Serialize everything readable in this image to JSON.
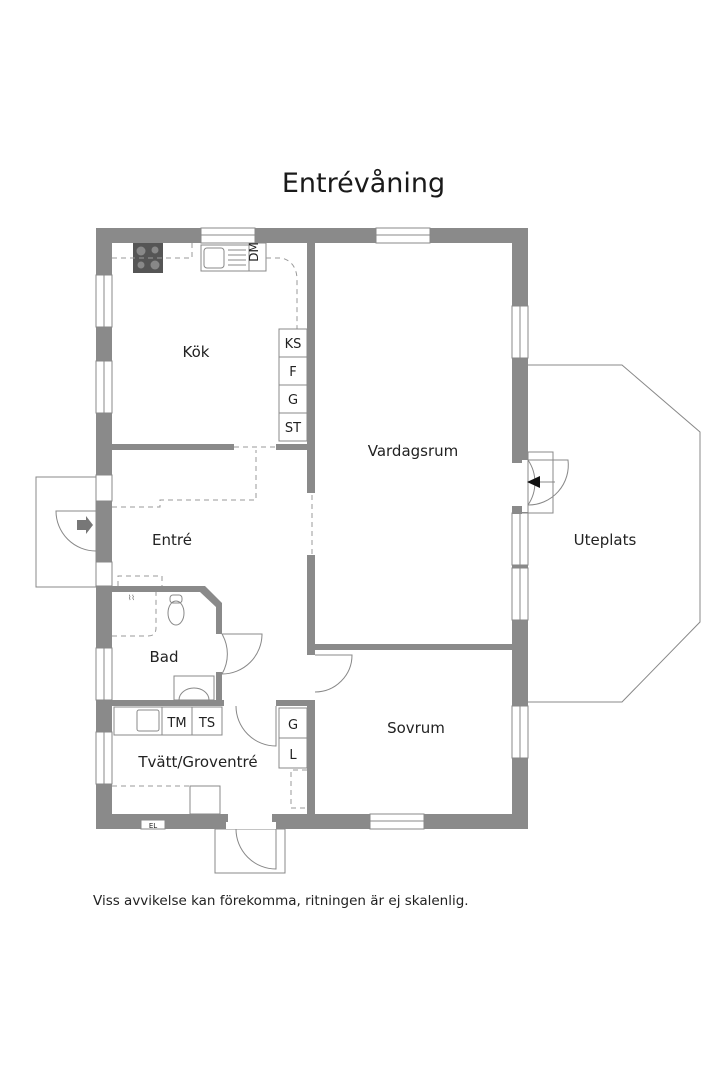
{
  "title": "Entrévåning",
  "note": "Viss avvikelse kan förekomma, ritningen är ej skalenlig.",
  "colors": {
    "wall": "#8a8a8a",
    "line": "#888888",
    "text": "#222222",
    "background": "#ffffff"
  },
  "rooms": {
    "kitchen": "Kök",
    "living": "Vardagsrum",
    "entry": "Entré",
    "bath": "Bad",
    "laundry": "Tvätt/Groventré",
    "bedroom": "Sovrum",
    "patio": "Uteplats"
  },
  "fixtures": {
    "dishwasher": "DM",
    "fridge_freezer": "KS",
    "freezer": "F",
    "wardrobe_kitchen": "G",
    "cleaning_cabinet": "ST",
    "washing_machine": "TM",
    "dryer": "TS",
    "wardrobe_laundry": "G",
    "linen_cabinet": "L",
    "electrical_panel": "EL"
  }
}
